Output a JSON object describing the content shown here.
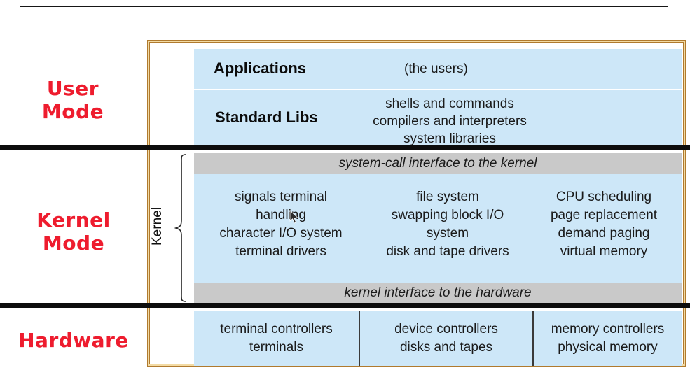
{
  "labels": {
    "user_mode": "User Mode",
    "kernel_mode": "Kernel Mode",
    "hardware": "Hardware"
  },
  "user": {
    "applications_title": "Applications",
    "applications_note": "(the users)",
    "stdlibs_title": "Standard Libs",
    "stdlibs_lines": "shells and commands\ncompilers and interpreters\nsystem libraries"
  },
  "kernel": {
    "vertical_label": "Kernel",
    "syscall_interface": "system-call interface to the kernel",
    "columns": [
      "signals terminal\nhandling\ncharacter I/O system\nterminal drivers",
      "file system\nswapping block I/O\nsystem\ndisk and tape drivers",
      "CPU scheduling\npage replacement\ndemand paging\nvirtual memory"
    ],
    "hardware_interface": "kernel interface to the hardware"
  },
  "hardware": {
    "cells": [
      "terminal controllers\nterminals",
      "device controllers\ndisks and tapes",
      "memory controllers\nphysical memory"
    ]
  },
  "colors": {
    "layer_blue": "#cde7f8",
    "interface_gray": "#c9c9c9",
    "border_orange": "#b07a2e",
    "border_tan": "#f3dba4",
    "label_red": "#ee1c2e",
    "divider_black": "#0d0d0d"
  }
}
